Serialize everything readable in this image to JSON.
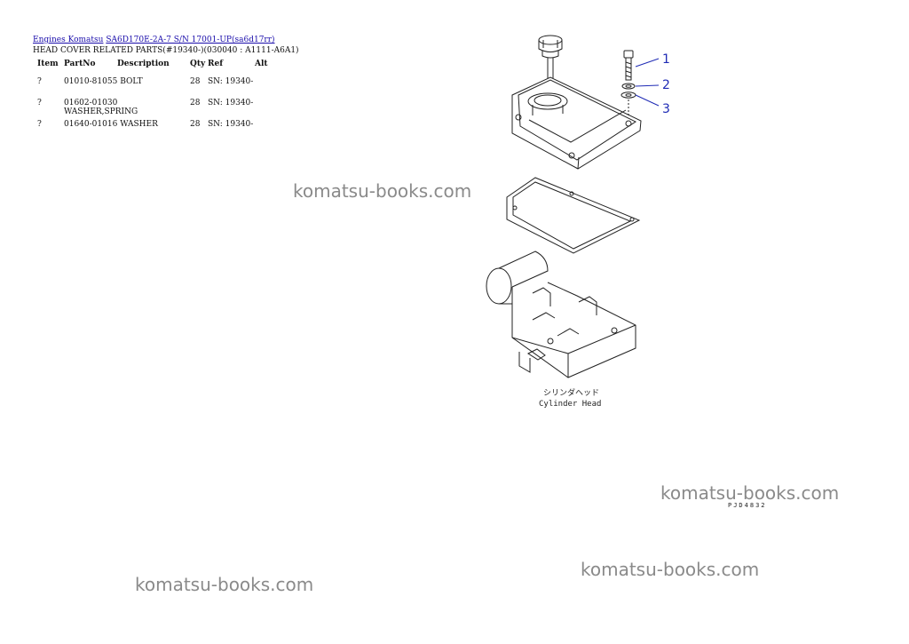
{
  "breadcrumb": {
    "link1": "Engines Komatsu",
    "link2": "SA6D170E-2A-7 S/N 17001-UP(sa6d17rr)"
  },
  "heading": "HEAD COVER RELATED PARTS(#19340-)(030040 : A1111-A6A1)",
  "table": {
    "headers": {
      "item": "Item",
      "partno": "PartNo",
      "desc": "Description",
      "qty": "Qty",
      "ref": "Ref",
      "alt": "Alt"
    },
    "rows": [
      {
        "item": "?",
        "partno": "01010-81055",
        "desc": "BOLT",
        "qty": "28",
        "ref": "SN: 19340-",
        "alt": ""
      },
      {
        "item": "?",
        "partno": "01602-01030",
        "desc": "WASHER,SPRING",
        "qty": "28",
        "ref": "SN: 19340-",
        "alt": ""
      },
      {
        "item": "?",
        "partno": "01640-01016",
        "desc": "WASHER",
        "qty": "28",
        "ref": "SN: 19340-",
        "alt": ""
      }
    ]
  },
  "watermark": "komatsu-books.com",
  "drawing": {
    "callouts": [
      "1",
      "2",
      "3"
    ],
    "label_jp": "シリンダヘッド",
    "label_en": "Cylinder Head",
    "code": "PJD4832",
    "callout_color": "#1f2bb5"
  }
}
